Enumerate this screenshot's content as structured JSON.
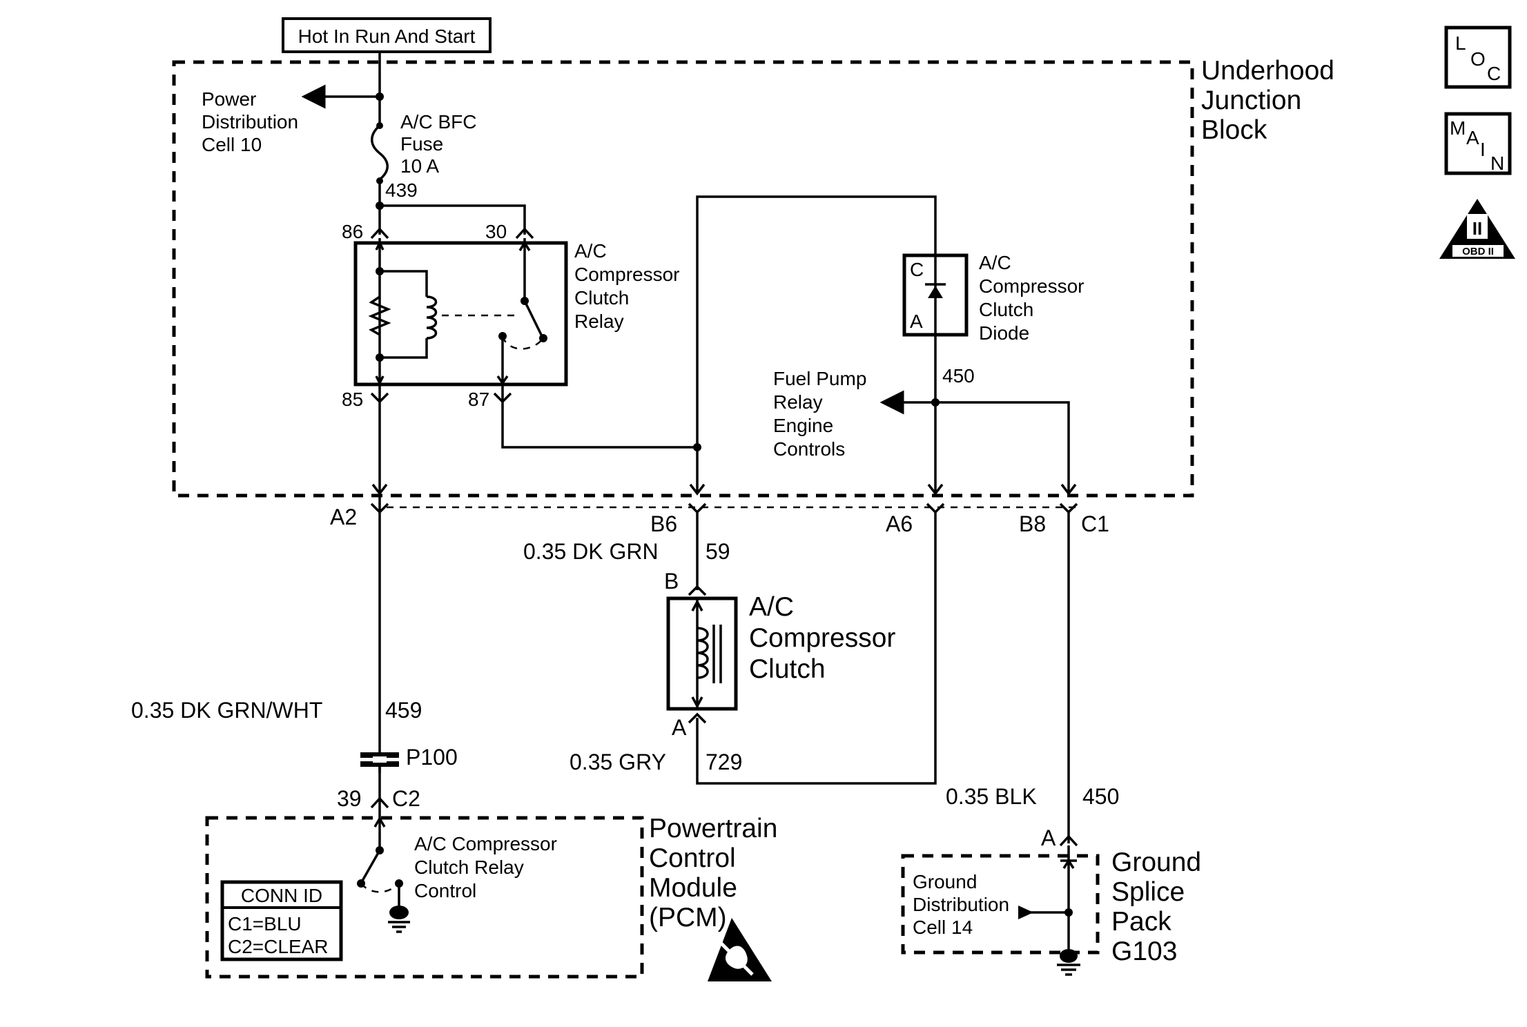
{
  "top_label": "Hot In Run And Start",
  "side_icons": {
    "loc": [
      "L",
      "O",
      "C"
    ],
    "main": [
      "M",
      "A",
      "I",
      "N"
    ],
    "obd": {
      "numeral": "II",
      "label": "OBD II"
    }
  },
  "underhood": {
    "title": [
      "Underhood",
      "Junction",
      "Block"
    ],
    "power_dist": [
      "Power",
      "Distribution",
      "Cell 10"
    ],
    "fuse": [
      "A/C BFC",
      "Fuse",
      "10 A"
    ],
    "wire_439": "439",
    "relay": {
      "name": [
        "A/C",
        "Compressor",
        "Clutch",
        "Relay"
      ],
      "pins": {
        "p86": "86",
        "p30": "30",
        "p85": "85",
        "p87": "87"
      }
    },
    "diode": {
      "name": [
        "A/C",
        "Compressor",
        "Clutch",
        "Diode"
      ],
      "pin_c": "C",
      "pin_a": "A"
    },
    "wire_450": "450",
    "fuel_pump": [
      "Fuel Pump",
      "Relay",
      "Engine",
      "Controls"
    ]
  },
  "connectors": {
    "a2": "A2",
    "b6": "B6",
    "a6": "A6",
    "b8": "B8",
    "c1": "C1"
  },
  "wires": {
    "dk_grn": "0.35 DK GRN",
    "dk_grn_num": "59",
    "dk_grn_wht": "0.35 DK GRN/WHT",
    "dk_grn_wht_num": "459",
    "gry": "0.35 GRY",
    "gry_num": "729",
    "blk": "0.35 BLK",
    "blk_num": "450"
  },
  "clutch": {
    "name": [
      "A/C",
      "Compressor",
      "Clutch"
    ],
    "pin_b": "B",
    "pin_a": "A"
  },
  "p100": "P100",
  "pcm": {
    "pin_39": "39",
    "c2": "C2",
    "name": [
      "Powertrain",
      "Control",
      "Module",
      "(PCM)"
    ],
    "control": [
      "A/C Compressor",
      "Clutch Relay",
      "Control"
    ],
    "conn_id": {
      "title": "CONN ID",
      "rows": [
        "C1=BLU",
        "C2=CLEAR"
      ]
    }
  },
  "ground": {
    "pin_a": "A",
    "cell": [
      "Ground",
      "Distribution",
      "Cell 14"
    ],
    "name": [
      "Ground",
      "Splice",
      "Pack",
      "G103"
    ]
  }
}
